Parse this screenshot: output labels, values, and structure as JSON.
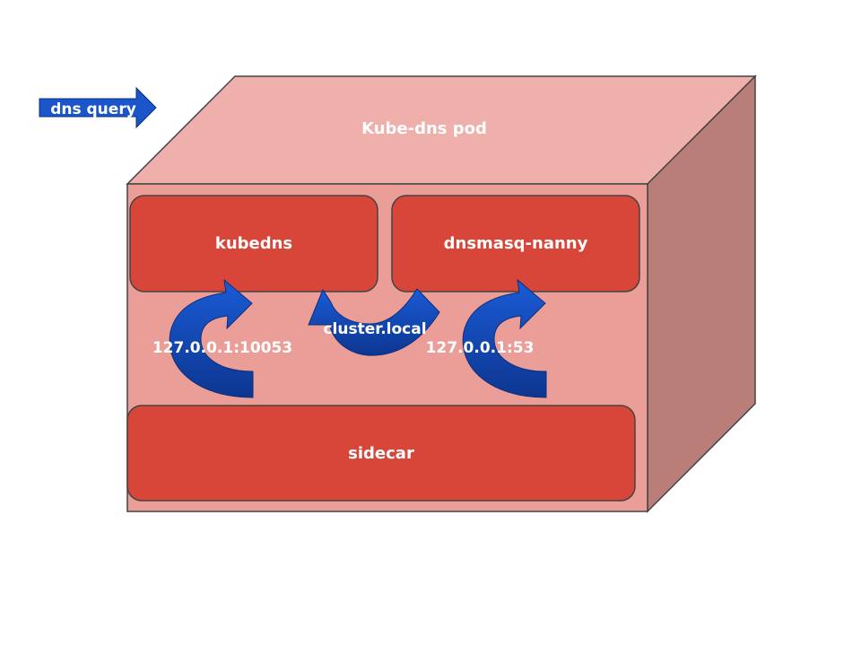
{
  "pod": {
    "title": "Kube-dns pod"
  },
  "input": {
    "label": "dns query"
  },
  "containers": {
    "kubedns": "kubedns",
    "dnsmasq": "dnsmasq-nanny",
    "sidecar": "sidecar"
  },
  "flows": {
    "left": "127.0.0.1:10053",
    "middle": "cluster.local",
    "right": "127.0.0.1:53"
  },
  "colors": {
    "box_top": "#efb0ab",
    "box_front": "#eb9d98",
    "box_side": "#b97e78",
    "container": "#d74638",
    "arrow": "#1a56c9",
    "arrow_dark": "#0f3a94"
  }
}
